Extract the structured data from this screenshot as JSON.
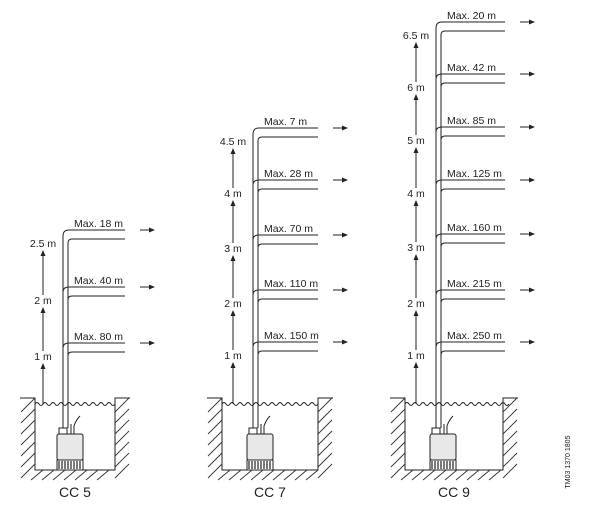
{
  "diagrams": [
    {
      "name": "CC 5",
      "levels": [
        "1 m",
        "2 m",
        "2.5 m"
      ],
      "branches": [
        "Max. 80 m",
        "Max. 40 m",
        "Max. 18 m"
      ]
    },
    {
      "name": "CC 7",
      "levels": [
        "1 m",
        "2 m",
        "3 m",
        "4 m",
        "4.5 m"
      ],
      "branches": [
        "Max. 150 m",
        "Max. 110 m",
        "Max. 70 m",
        "Max. 28 m",
        "Max. 7 m"
      ]
    },
    {
      "name": "CC 9",
      "levels": [
        "1 m",
        "2 m",
        "3 m",
        "4 m",
        "5 m",
        "6 m",
        "6.5 m"
      ],
      "branches": [
        "Max. 250 m",
        "Max. 215 m",
        "Max. 160 m",
        "Max. 125 m",
        "Max. 85 m",
        "Max. 42 m",
        "Max. 20 m"
      ]
    }
  ],
  "drawing_code": "TM03 1370 1805"
}
